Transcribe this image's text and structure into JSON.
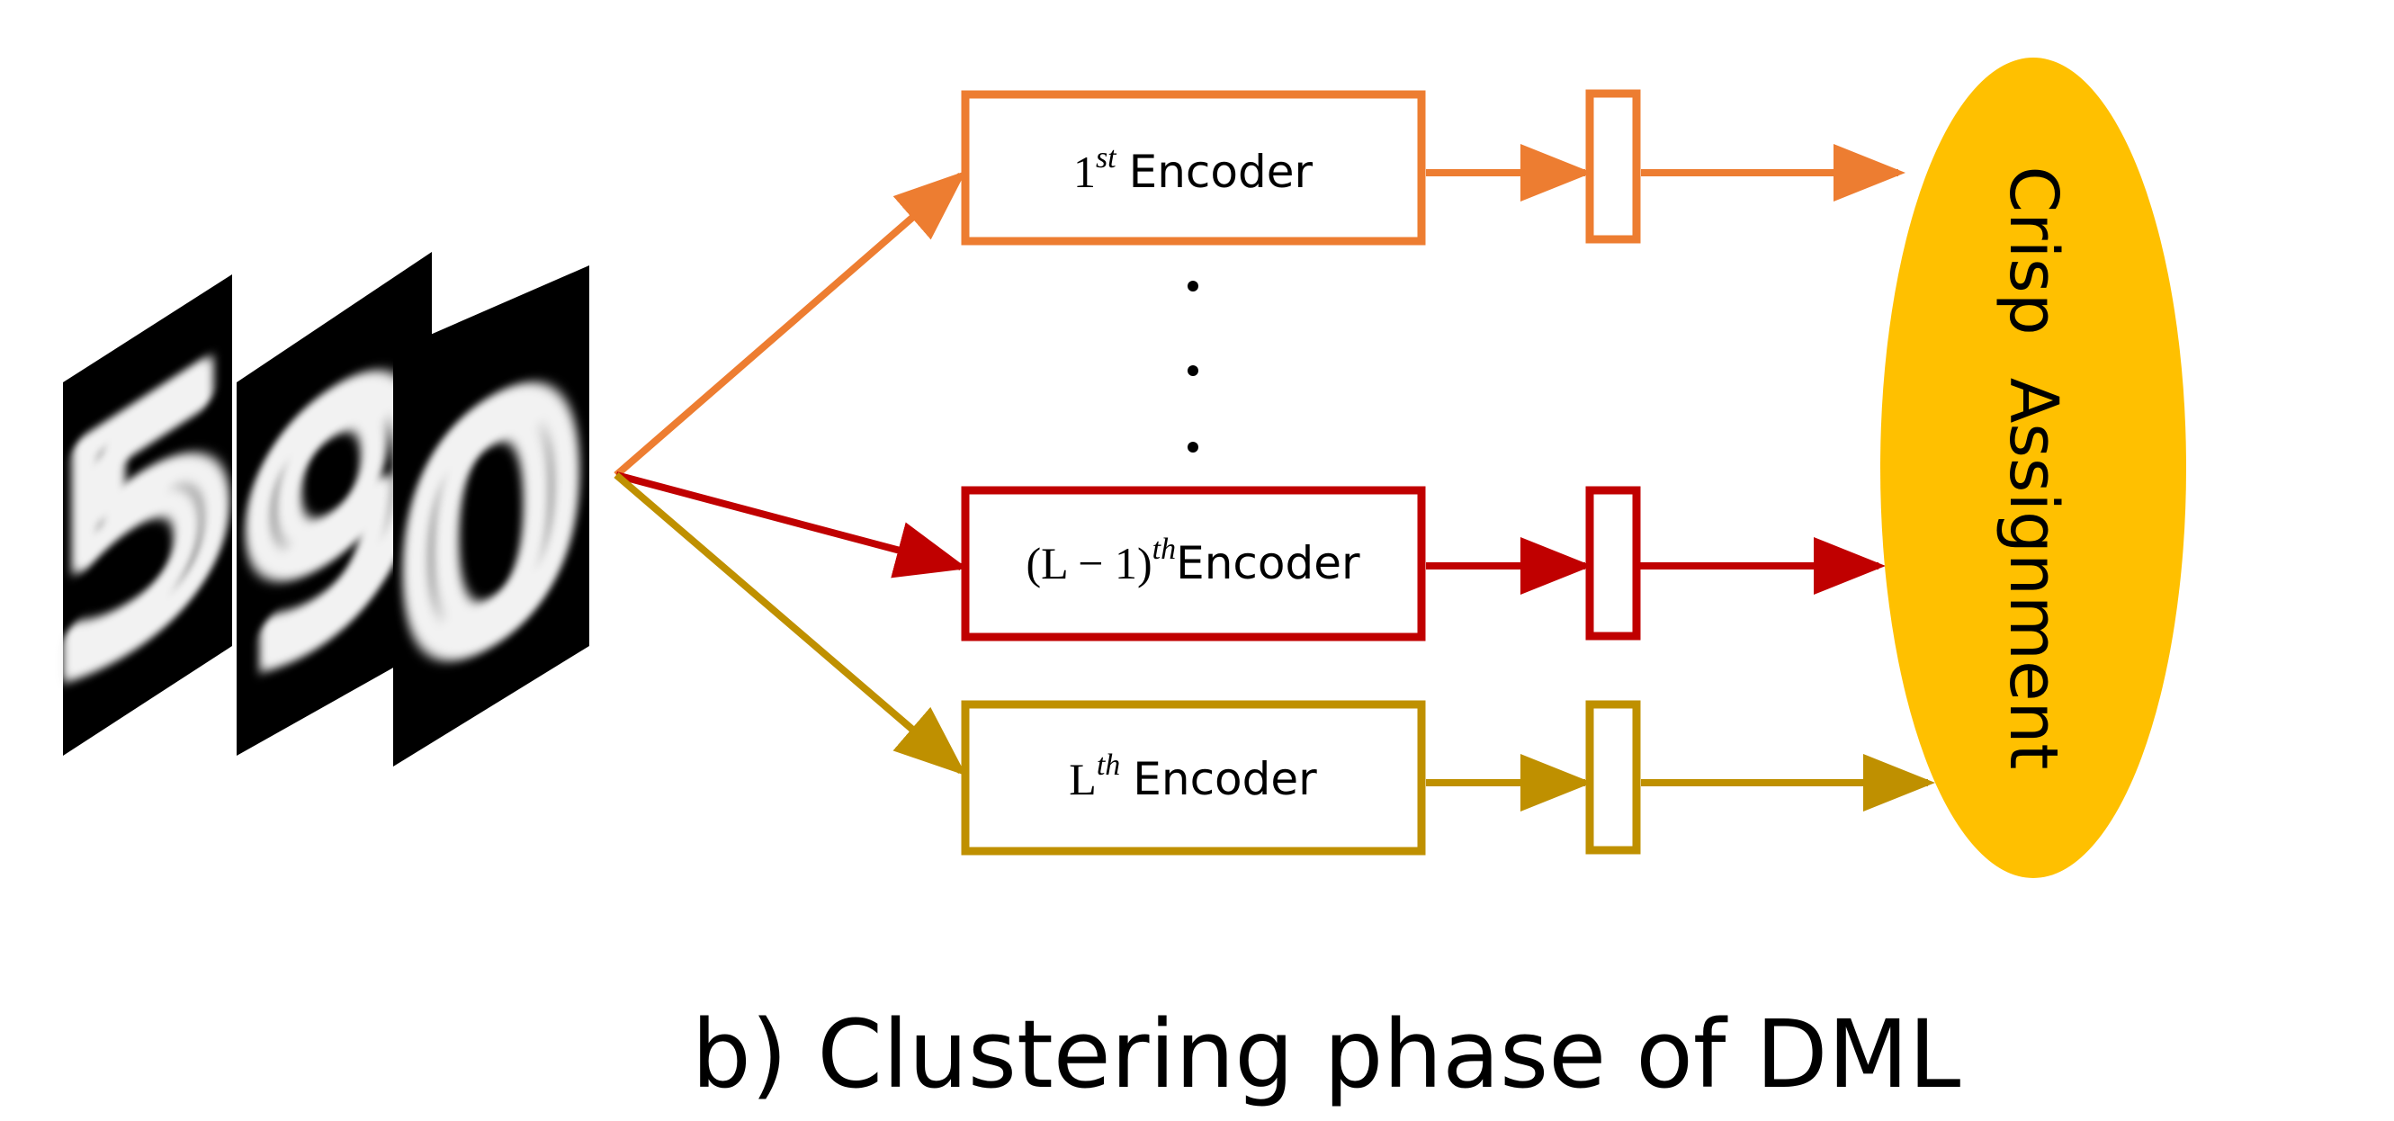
{
  "diagram": {
    "caption": "b) Clustering phase of DML",
    "input_digits": [
      "5",
      "9",
      "0"
    ],
    "encoders": [
      {
        "index": "1",
        "sup": "st",
        "suffix": "Encoder",
        "color": "#ED7D31"
      },
      {
        "index_math": "(L − 1)",
        "sup": "th",
        "suffix": "Encoder",
        "color": "#C00000"
      },
      {
        "index_math": "L",
        "sup": "th",
        "suffix": "Encoder",
        "color": "#BF9000"
      }
    ],
    "ellipsis": "⋮",
    "output": {
      "label": "Crisp  Assignment",
      "color": "#FFC000"
    }
  }
}
